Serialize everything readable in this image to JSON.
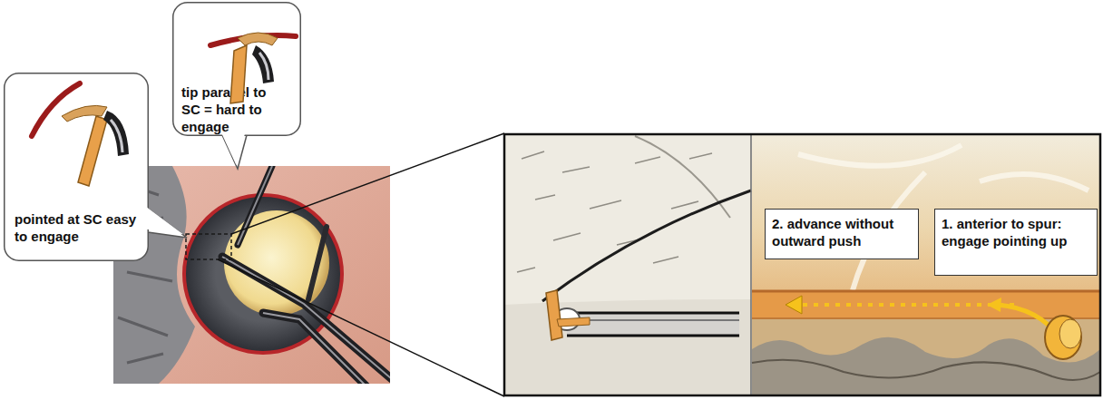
{
  "diagram": {
    "nodes": [
      {
        "text": [
          "tip parallel to SC = hard to engage"
        ]
      },
      {
        "text": [
          "pointed at SC easy to engage"
        ]
      },
      {
        "text": [
          "2. advance without outward push"
        ]
      },
      {
        "text": [
          "1. anterior to spur: engage pointing up"
        ]
      }
    ]
  }
}
